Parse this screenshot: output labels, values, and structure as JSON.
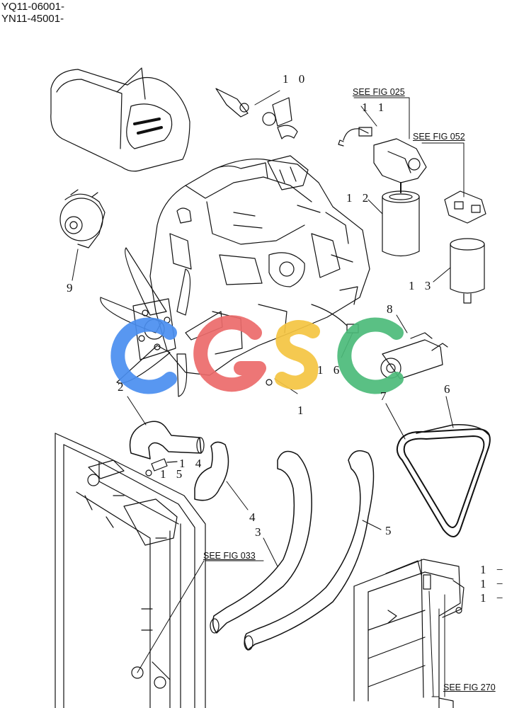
{
  "header": {
    "serial_1": "YQ11-06001-",
    "serial_2": "YN11-45001-"
  },
  "callouts": {
    "n1": "1",
    "n2": "2",
    "n3": "3",
    "n4": "4",
    "n5": "5",
    "n6": "6",
    "n7": "7",
    "n8": "8",
    "n9": "9",
    "n10": "1 0",
    "n11": "1 1",
    "n12": "1 2",
    "n13": "1 3",
    "n14": "1 4",
    "n15": "1 5",
    "n16": "1 6",
    "r1": "1 −",
    "r2": "1 −",
    "r3": "1 −"
  },
  "references": {
    "fig025": "SEE FIG 025",
    "fig052": "SEE FIG 052",
    "fig033": "SEE FIG 033",
    "fig270": "SEE FIG 270"
  },
  "watermark": {
    "letters": [
      "C",
      "G",
      "S",
      "C"
    ],
    "colors": [
      "#4a8ef0",
      "#ec6a6a",
      "#f5c542",
      "#4cbb7a"
    ]
  }
}
